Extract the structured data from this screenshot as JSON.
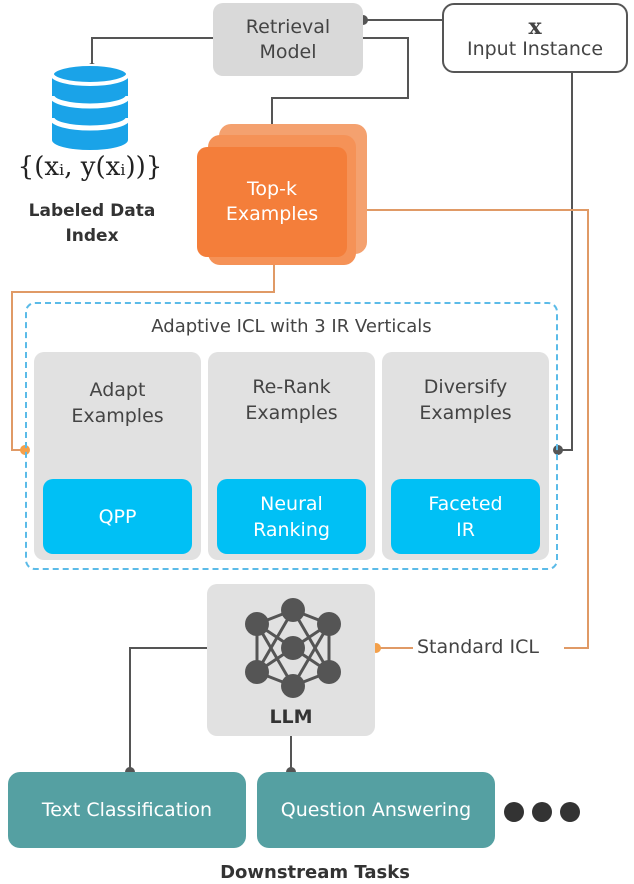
{
  "retrieval_model": {
    "line1": "Retrieval",
    "line2": "Model"
  },
  "input": {
    "symbol": "x",
    "label": "Input Instance"
  },
  "database": {
    "formula": "{(xᵢ, y(xᵢ))}",
    "label": "Labeled Data Index"
  },
  "topk": {
    "line1": "Top-k",
    "line2": "Examples"
  },
  "adaptive": {
    "title": "Adaptive ICL with 3 IR Verticals",
    "panels": [
      {
        "title1": "Adapt",
        "title2": "Examples",
        "method1": "QPP",
        "method2": ""
      },
      {
        "title1": "Re-Rank",
        "title2": "Examples",
        "method1": "Neural",
        "method2": "Ranking"
      },
      {
        "title1": "Diversify",
        "title2": "Examples",
        "method1": "Faceted",
        "method2": "IR"
      }
    ]
  },
  "llm": {
    "label": "LLM"
  },
  "standard_icl": "Standard ICL",
  "tasks": [
    "Text Classification",
    "Question Answering"
  ],
  "downstream_label": "Downstream Tasks",
  "colors": {
    "orange": "#f47e3a",
    "orange_light": "#f4a16f",
    "cyan": "#00c0f5",
    "teal": "#55a0a2",
    "panel_gray": "#e1e1e1",
    "db_blue": "#1aa3e8",
    "dashed_blue": "#5bbbe8"
  },
  "icons": {
    "database": "database-icon",
    "llm": "neural-network-icon",
    "more": "ellipsis-dots-icon"
  }
}
